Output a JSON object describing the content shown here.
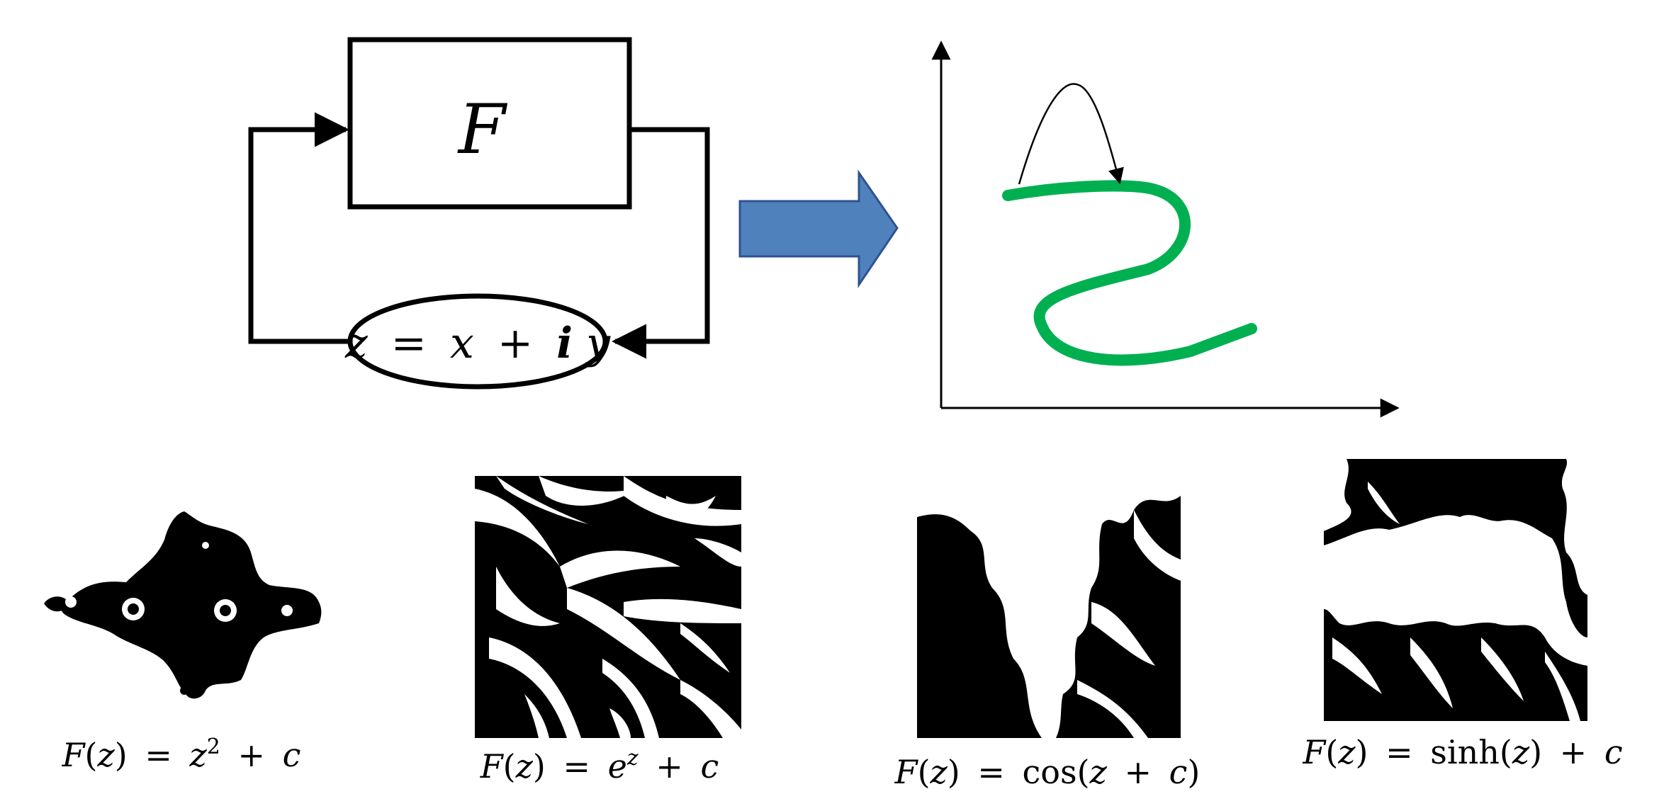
{
  "feedback_loop": {
    "function_label": "F",
    "input_equation": {
      "lhs": "z",
      "equals": "=",
      "x": "x",
      "plus": "+",
      "i": "i",
      "y": "y"
    }
  },
  "colors": {
    "arrow_fill": "#4f81bd",
    "arrow_stroke": "#2f528f",
    "curve": "#00b050",
    "ink": "#000000",
    "fractal_white": "#ffffff"
  },
  "fractals": [
    {
      "name": "quadratic-julia",
      "formula": {
        "lhs": "F",
        "open": "(",
        "arg": "z",
        "close": ")",
        "eq": "=",
        "base": "z",
        "sup": "2",
        "plus": "+",
        "c": "c"
      }
    },
    {
      "name": "exponential-julia",
      "formula": {
        "lhs": "F",
        "open": "(",
        "arg": "z",
        "close": ")",
        "eq": "=",
        "base": "e",
        "sup": "z",
        "plus": "+",
        "c": "c"
      }
    },
    {
      "name": "cosine-julia",
      "formula": {
        "lhs": "F",
        "open": "(",
        "arg": "z",
        "close": ")",
        "eq": "=",
        "fn": "cos",
        "open2": "(",
        "z": "z",
        "plus": "+",
        "c": "c",
        "close2": ")"
      }
    },
    {
      "name": "sinh-julia",
      "formula": {
        "lhs": "F",
        "open": "(",
        "arg": "z",
        "close": ")",
        "eq": "=",
        "fn": "sinh",
        "open2": "(",
        "z": "z",
        "close2": ")",
        "plus": "+",
        "c": "c"
      }
    }
  ]
}
